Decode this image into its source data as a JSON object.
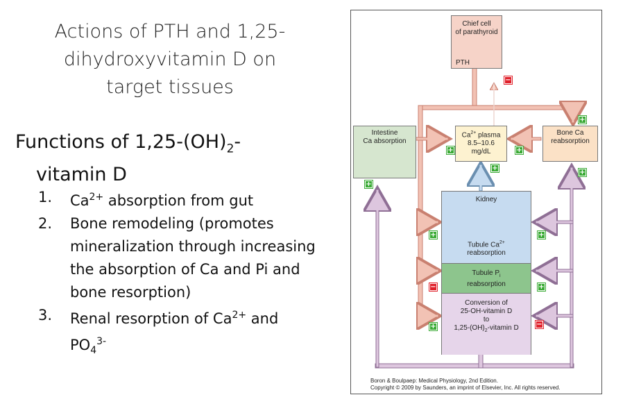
{
  "title": {
    "line1": "Actions of PTH and 1,25-",
    "line2": "dihydroxyvitamin D on",
    "line3": "target tissues"
  },
  "functions": {
    "heading_pre": "Functions of 1,25-(OH)",
    "heading_sub": "2",
    "heading_post": "-",
    "heading_line2": "vitamin D",
    "items": [
      {
        "num": "1.",
        "parts": [
          [
            "Ca",
            ""
          ],
          [
            "2+",
            "sup"
          ],
          [
            " absorption from gut",
            ""
          ]
        ]
      },
      {
        "num": "2.",
        "parts": [
          [
            "Bone remodeling (promotes mineralization through increasing the absorption of Ca and Pi and bone resorption)",
            ""
          ]
        ]
      },
      {
        "num": "3.",
        "parts": [
          [
            "Renal resorption of Ca",
            ""
          ],
          [
            "2+",
            "sup"
          ],
          [
            " and PO",
            ""
          ],
          [
            "4",
            "sub"
          ],
          [
            "3-",
            "sup"
          ]
        ]
      }
    ]
  },
  "diagram": {
    "chief_cell": {
      "line1": "Chief cell",
      "line2": "of parathyroid"
    },
    "pth_label": "PTH",
    "intestine": {
      "line1": "Intestine",
      "line2": "Ca absorption"
    },
    "plasma": {
      "ca": "Ca",
      "ca_sup": "2+",
      "rest": " plasma",
      "range": "8.5–10.6",
      "unit": "mg/dL"
    },
    "bone": {
      "line1": "Bone Ca",
      "line2": "reabsorption"
    },
    "kidney": {
      "title": "Kidney",
      "tubule_ca": {
        "line1": "Tubule Ca",
        "sup": "2+",
        "line2": "reabsorption"
      },
      "tubule_pi": {
        "line1": "Tubule P",
        "sub": "i",
        "line2": "reabsorption"
      },
      "conversion": {
        "line1": "Conversion of",
        "line2": "25-OH-vitamin D",
        "line3": "to",
        "line4a": "1,25-(OH)",
        "line4sub": "2",
        "line4b": "-vitamin D"
      }
    },
    "plus_symbol": "+",
    "minus_symbol": "−",
    "colors": {
      "pth_arrow": "#f2c2b4",
      "pth_stroke": "#c98070",
      "vitd_arrow": "#ddc6de",
      "vitd_stroke": "#8f6f95",
      "chief_fill": "#f6d3c8",
      "intestine_fill": "#d6e6cf",
      "plasma_fill": "#fdf2d0",
      "bone_fill": "#fbe1c6",
      "kidney_fill": "#c6dbf0",
      "pi_fill": "#8dc58d",
      "conversion_fill": "#e6d5ea",
      "plus": "#3aaa35",
      "minus": "#e0202a"
    },
    "credit_line1": "Boron & Boulpaep: Medical Physiology, 2nd Edition.",
    "credit_line2": "Copyright © 2009 by Saunders, an imprint of Elsevier, Inc. All rights reserved."
  }
}
